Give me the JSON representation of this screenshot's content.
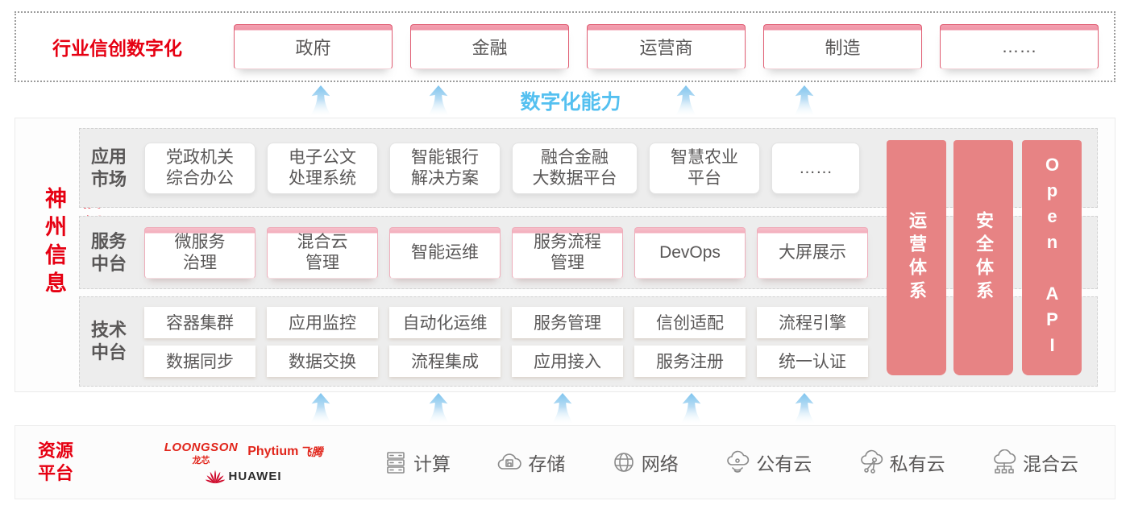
{
  "top_banner": {
    "title": "行业信创数字化",
    "sectors": [
      "政府",
      "金融",
      "运营商",
      "制造",
      "……"
    ]
  },
  "capability": {
    "label": "数字化能力"
  },
  "platform": {
    "vertical_title": "神州信息信创云",
    "app_market": {
      "label": "应用\n市场",
      "items": [
        "党政机关\n综合办公",
        "电子公文\n处理系统",
        "智能银行\n解决方案",
        "融合金融\n大数据平台",
        "智慧农业\n平台",
        "……"
      ]
    },
    "service_middle": {
      "label": "服务\n中台",
      "items": [
        "微服务\n治理",
        "混合云\n管理",
        "智能运维",
        "服务流程\n管理",
        "DevOps",
        "大屏展示"
      ]
    },
    "tech_middle": {
      "label": "技术\n中台",
      "row1": [
        "容器集群",
        "应用监控",
        "自动化运维",
        "服务管理",
        "信创适配",
        "流程引擎"
      ],
      "row2": [
        "数据同步",
        "数据交换",
        "流程集成",
        "应用接入",
        "服务注册",
        "统一认证"
      ]
    },
    "pillars": [
      "运营体系",
      "安全体系",
      "Open API"
    ]
  },
  "resources": {
    "title": "资源\n平台",
    "vendors": {
      "loongson": {
        "name": "LOONGSON",
        "sub": "龙芯"
      },
      "phytium": {
        "name": "Phytium",
        "sub": "飞腾"
      },
      "huawei": {
        "name": "HUAWEI"
      }
    },
    "items": [
      {
        "label": "计算",
        "icon": "server-icon"
      },
      {
        "label": "存储",
        "icon": "storage-cloud-icon"
      },
      {
        "label": "网络",
        "icon": "network-globe-icon"
      },
      {
        "label": "公有云",
        "icon": "public-cloud-icon"
      },
      {
        "label": "私有云",
        "icon": "private-cloud-icon"
      },
      {
        "label": "混合云",
        "icon": "hybrid-cloud-icon"
      }
    ]
  },
  "colors": {
    "brand_red": "#e60012",
    "box_border_red": "#e05c72",
    "pillar_salmon": "#e78384",
    "capability_blue": "#54c0f0",
    "text_gray": "#595757"
  }
}
